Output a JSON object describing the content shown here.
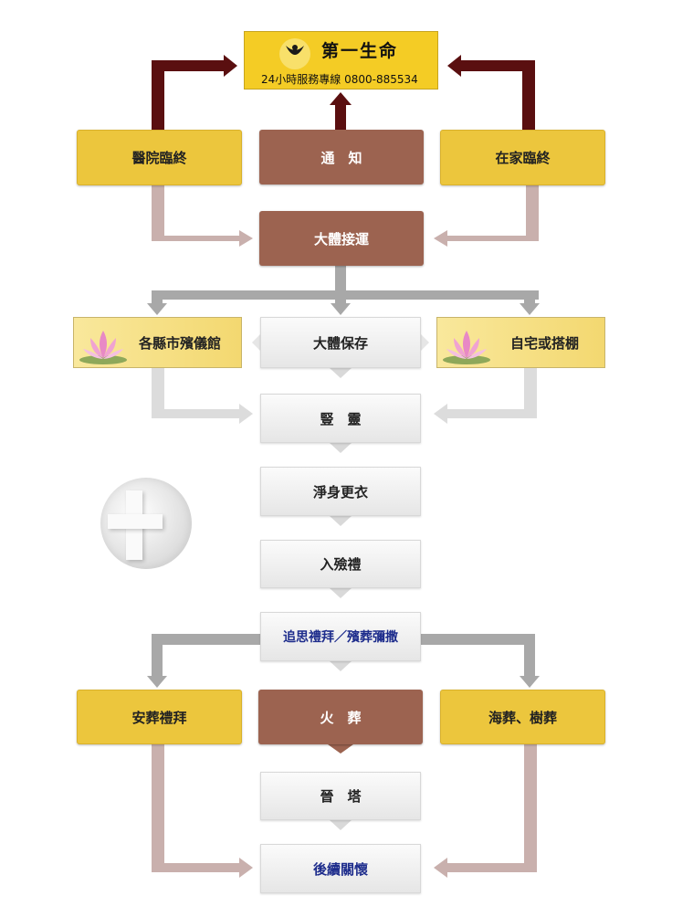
{
  "header": {
    "brand": "第一生命",
    "hotline": "24小時服務專線 0800-885534"
  },
  "nodes": {
    "hospital": "醫院臨終",
    "notify": "通　知",
    "home": "在家臨終",
    "transport": "大體接運",
    "funeral_home": "各縣市殯儀館",
    "preserve": "大體保存",
    "home_tent": "自宅或搭棚",
    "spirit": "豎　靈",
    "cleanse": "淨身更衣",
    "encoffin": "入殮禮",
    "memorial": "追思禮拜／殯葬彌撒",
    "burial": "安葬禮拜",
    "cremation": "火　葬",
    "sea_tree": "海葬、樹葬",
    "columbarium": "晉　塔",
    "aftercare": "後續關懷"
  },
  "colors": {
    "gold": "#ecc63d",
    "brown": "#9c6350",
    "dark_arrow": "#5a0f10",
    "pink_arrow": "#c9b0ad",
    "gray_arrow": "#a8a8a8",
    "light_arrow": "#dcdcdc"
  },
  "icons": [
    "first-life-logo-icon",
    "lotus-icon",
    "cross-icon"
  ]
}
